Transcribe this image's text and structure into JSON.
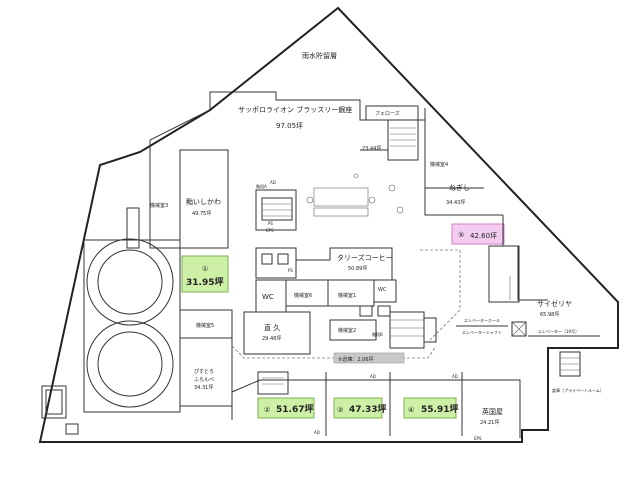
{
  "tenants": {
    "storm_tank": "雨水貯留層",
    "sapporo": {
      "name": "サッポロライオン ブラッスリー銀座",
      "area": "97.05坪"
    },
    "fellows": "フェローズ",
    "small_area": "23.44坪",
    "machine4": "機械室4",
    "negishi": {
      "name": "ねぎし",
      "area": "34.43坪"
    },
    "machine3": "機械室3",
    "ishikawa": {
      "name": "鮨いしかわ",
      "area": "49.75坪"
    },
    "tullys": {
      "name": "タリーズコーヒー",
      "area": "50.89坪"
    },
    "saizeriya": {
      "name": "サイゼリヤ",
      "area": "65.98坪"
    },
    "machine5": "機械室5",
    "machine6": "機械室6",
    "machine1": "機械室1",
    "machine2": "機械室2",
    "wc1": "WC",
    "wc2": "WC",
    "naohisa": {
      "name": "直 久",
      "area": "29.48坪"
    },
    "pizza": {
      "line1": "ぴすとろ",
      "line2": "ふらんぺ",
      "area": "34.31坪"
    },
    "eikokuya": {
      "name": "英国屋",
      "area": "24.21坪"
    },
    "elevator_hall": "エレベーターホール",
    "elevator_shaft": "エレベーターシャフト",
    "elevator_19": "エレベーター（19号）",
    "stairs_prime": "倉庫（プライベートルーム）",
    "stair_a": "階段A",
    "stair_b": "階段B",
    "ps": "PS",
    "eps": "EPS",
    "ad": "AD"
  },
  "vacancies": {
    "v1": {
      "num": "①",
      "area": "31.95坪"
    },
    "v2": {
      "num": "②",
      "area": "51.67坪"
    },
    "v3": {
      "num": "③",
      "area": "47.33坪"
    },
    "v4": {
      "num": "④",
      "area": "55.91坪"
    },
    "v5": {
      "num": "⑤",
      "area": "42.60坪"
    },
    "storage": "⑤倉庫：2.06坪"
  },
  "colors": {
    "vacant_green": "#cdf0a6",
    "vacant_pink": "#f3cdf0",
    "storage_grey": "#c8c8c8"
  }
}
